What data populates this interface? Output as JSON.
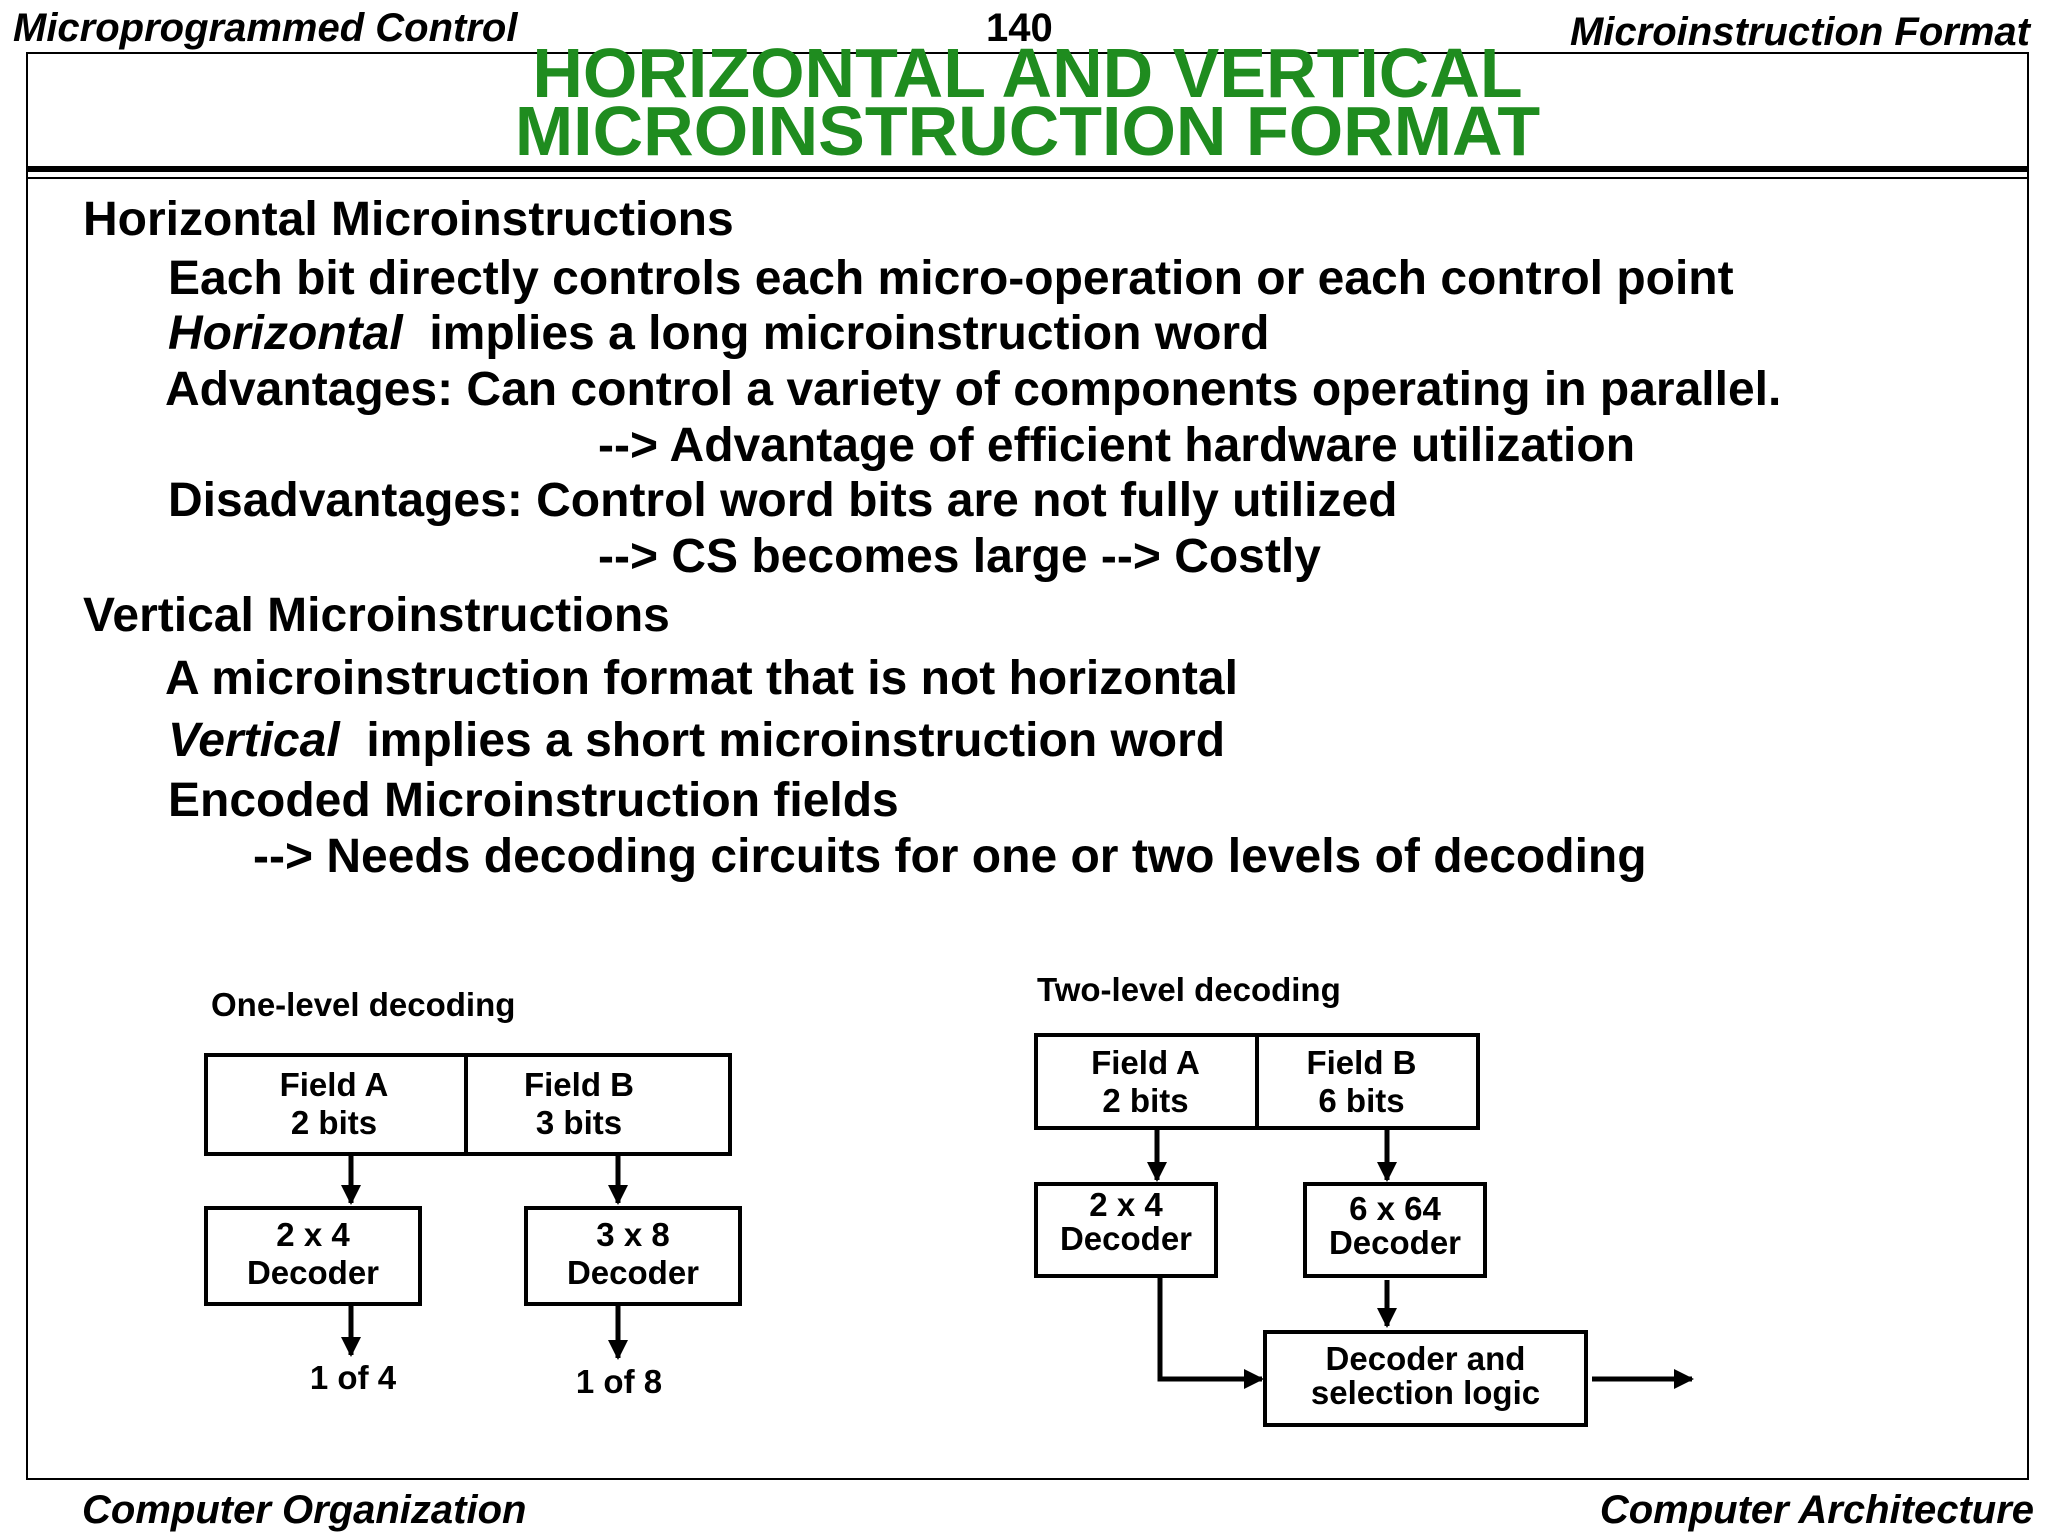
{
  "header": {
    "left": "Microprogrammed Control",
    "page_number": "140",
    "right": "Microinstruction Format"
  },
  "title": {
    "line1": "HORIZONTAL  AND VERTICAL",
    "line2": "MICROINSTRUCTION  FORMAT",
    "color": "#1f8c1f"
  },
  "body": {
    "h1": "Horizontal Microinstructions",
    "h_each_bit": "Each bit directly controls each micro-operation or each control point",
    "h_impl_word": "Horizontal",
    "h_impl_rest": "  implies a long microinstruction word",
    "h_adv": "Advantages: Can control a variety of components operating in parallel.",
    "h_adv_arrow": "--> Advantage of efficient hardware utilization",
    "h_dis": "Disadvantages: Control word bits are not fully utilized",
    "h_dis_arrow": "--> CS becomes large --> Costly",
    "h2": "Vertical Microinstructions",
    "v_not_h": "A microinstruction format that is not horizontal",
    "v_impl_word": "Vertical",
    "v_impl_rest": "  implies a short microinstruction word",
    "v_encoded": "Encoded Microinstruction fields",
    "v_arrow": "--> Needs decoding circuits for one or two levels of decoding"
  },
  "one_level": {
    "label": "One-level decoding",
    "field_a": [
      "Field A",
      "2 bits"
    ],
    "field_b": [
      "Field B",
      "3 bits"
    ],
    "decoder_a": [
      "2 x 4",
      "Decoder"
    ],
    "decoder_b": [
      "3 x 8",
      "Decoder"
    ],
    "out_a": "1 of 4",
    "out_b": "1 of 8"
  },
  "two_level": {
    "label": "Two-level  decoding",
    "field_a": [
      "Field A",
      "2 bits"
    ],
    "field_b": [
      "Field B",
      "6 bits"
    ],
    "decoder_a": [
      "2 x 4",
      "Decoder"
    ],
    "decoder_b": [
      "6 x 64",
      "Decoder"
    ],
    "selection": [
      "Decoder and",
      "selection logic"
    ]
  },
  "footer": {
    "left": "Computer Organization",
    "right": "Computer Architecture"
  }
}
